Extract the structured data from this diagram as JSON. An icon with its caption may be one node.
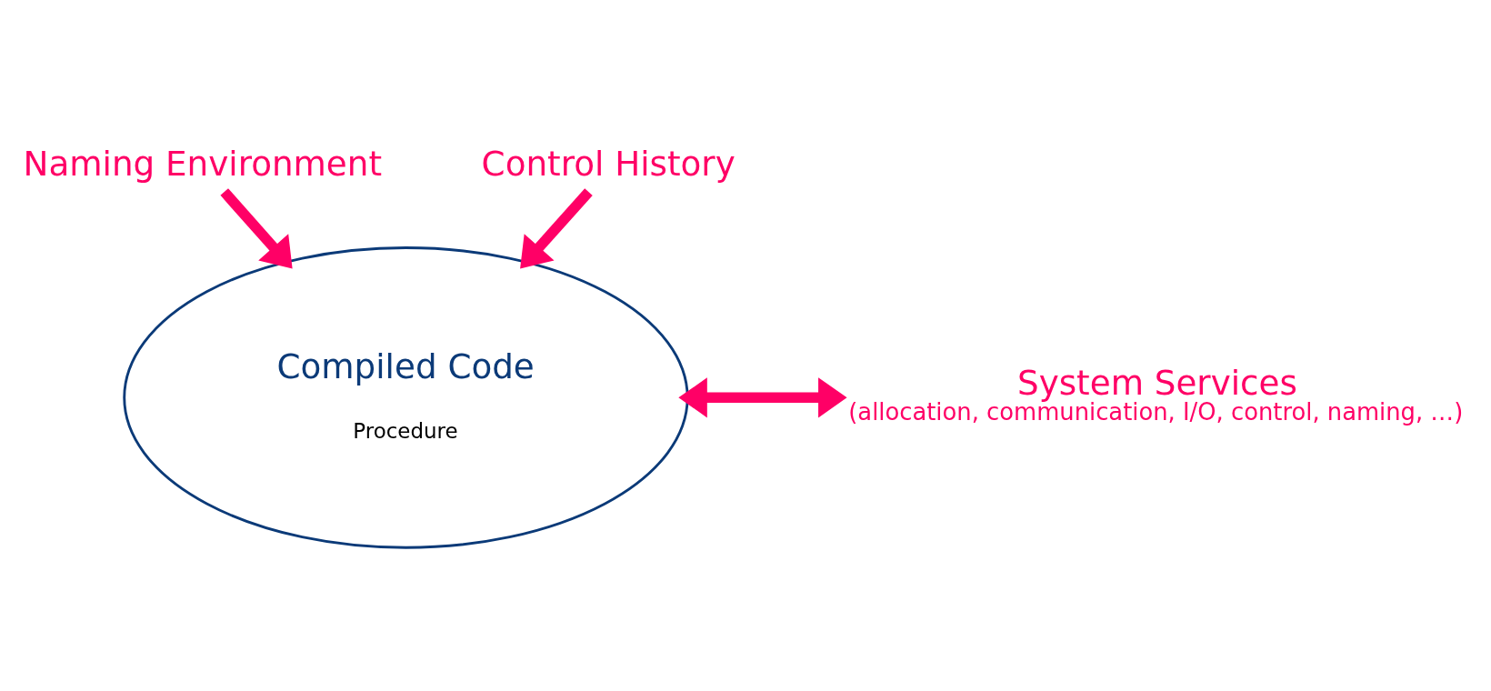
{
  "diagram": {
    "nodes": [
      {
        "text": [
          "Compiled Code",
          "Procedure"
        ]
      },
      {
        "text": [
          "Naming Environment"
        ]
      },
      {
        "text": [
          "Control History"
        ]
      },
      {
        "text": [
          "System Services",
          "(allocation, communication, I/O, control, naming, …)"
        ]
      }
    ],
    "edges": [
      {
        "from": 1,
        "to": 0,
        "arrow": "to"
      },
      {
        "from": 2,
        "to": 0,
        "arrow": "to"
      },
      {
        "from": 0,
        "to": 3,
        "arrow": "both"
      }
    ]
  }
}
